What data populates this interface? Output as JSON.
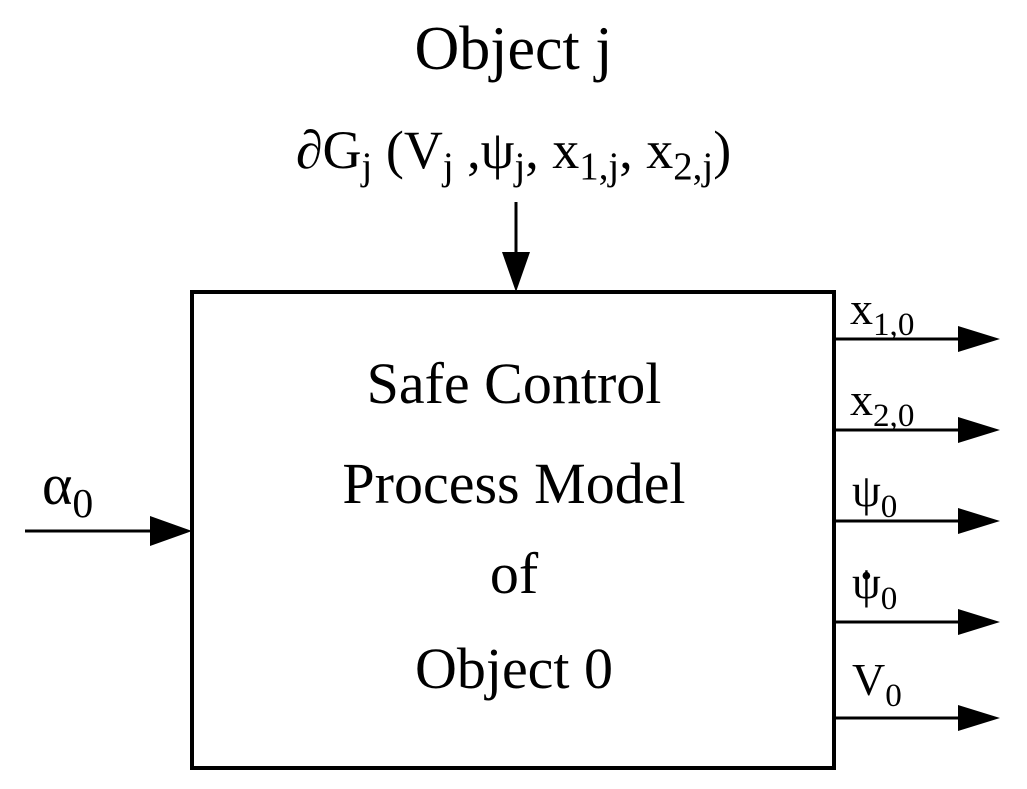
{
  "object_j": {
    "title": "Object j",
    "boundary": {
      "partial": "∂",
      "g": "G",
      "g_sub": "j",
      "open": " (",
      "v": "V",
      "v_sub": "j",
      "comma1": " ,",
      "psi": "ψ",
      "psi_sub": "j",
      "comma2": ", ",
      "x1": "x",
      "x1_sub": "1,j",
      "comma3": ", ",
      "x2": "x",
      "x2_sub": "2,j",
      "close": ")"
    }
  },
  "block": {
    "line1": "Safe Control",
    "line2": "Process Model",
    "line3": "of",
    "line4": "Object 0"
  },
  "input": {
    "symbol": "α",
    "sub": "0"
  },
  "outputs": [
    {
      "symbol": "x",
      "sub": "1,0"
    },
    {
      "symbol": "x",
      "sub": "2,0"
    },
    {
      "symbol": "ψ",
      "sub": "0"
    },
    {
      "symbol": "ψ",
      "dot": "•",
      "sub": "0"
    },
    {
      "symbol": "V",
      "sub": "0"
    }
  ],
  "colors": {
    "stroke": "#000000",
    "background": "#ffffff"
  }
}
